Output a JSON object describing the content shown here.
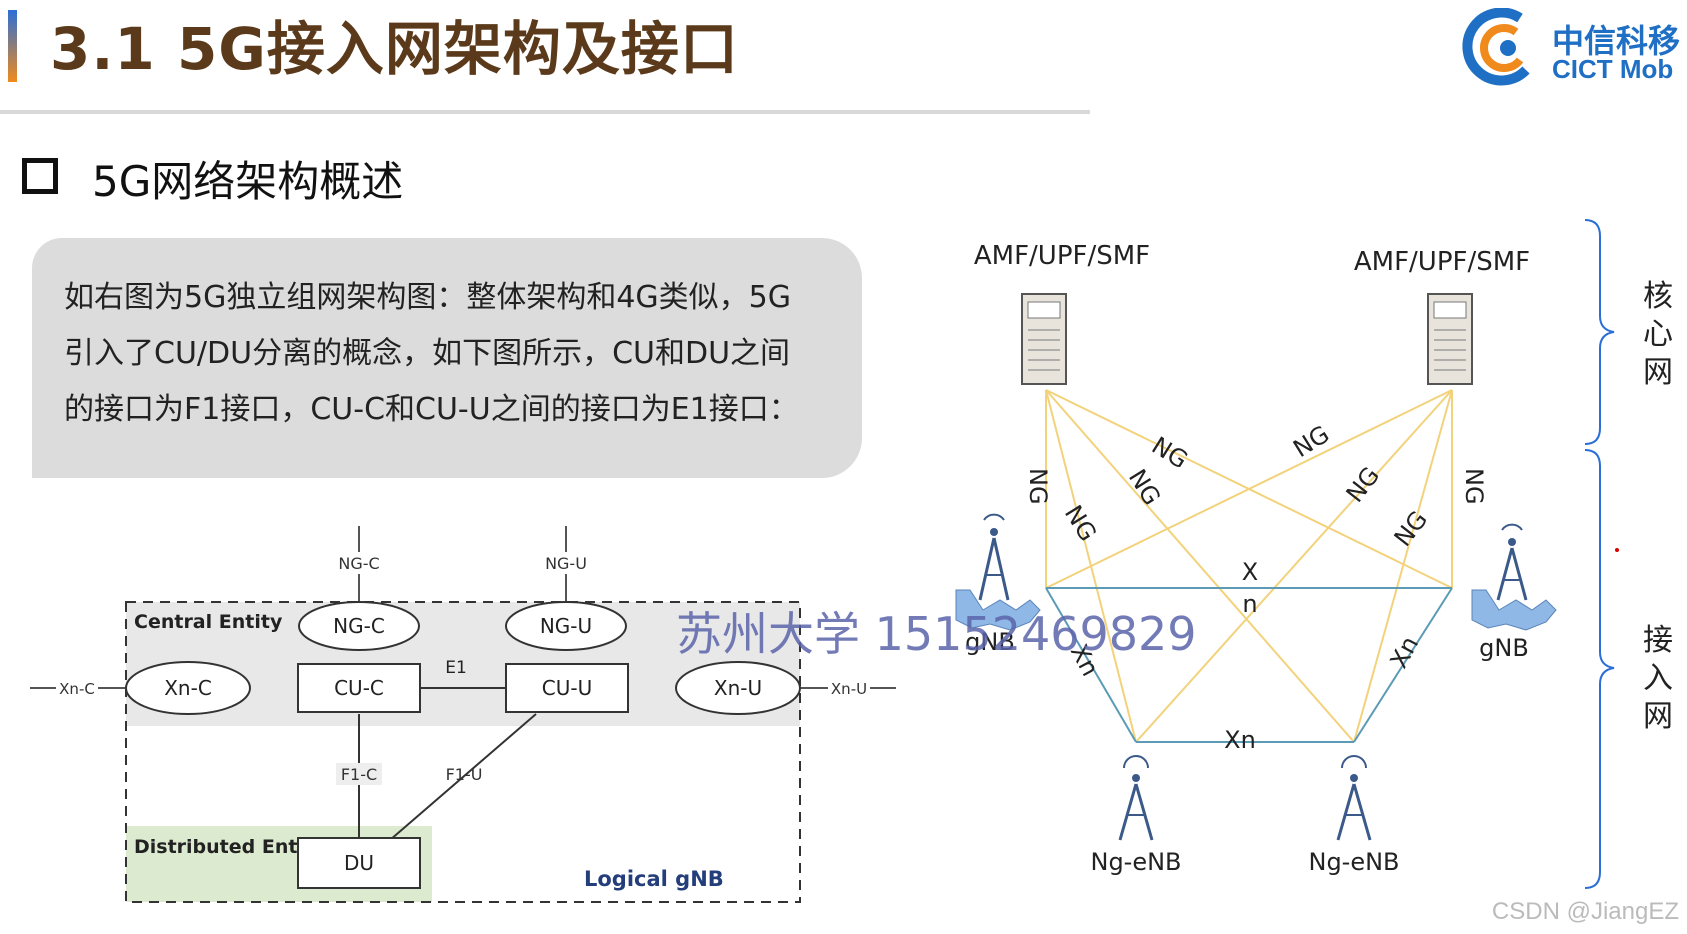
{
  "header": {
    "title": "3.1 5G接入网架构及接口",
    "logo_cn": "中信科移",
    "logo_en": "CICT Mob"
  },
  "section": {
    "title": "5G网络架构概述"
  },
  "note": {
    "lines": [
      "如右图为5G独立组网架构图：整体架构和4G类似，5G",
      "引入了CU/DU分离的概念，如下图所示，CU和DU之间",
      "的接口为F1接口，CU-C和CU-U之间的接口为E1接口："
    ]
  },
  "gnb_diagram": {
    "central_entity": "Central Entity",
    "distributed_entity": "Distributed Entity",
    "logical_gnb": "Logical gNB",
    "ng_c_top": "NG-C",
    "ng_u_top": "NG-U",
    "ng_c": "NG-C",
    "ng_u": "NG-U",
    "xn_c": "Xn-C",
    "xn_u": "Xn-U",
    "xn_c_ext": "Xn-C",
    "xn_u_ext": "Xn-U",
    "cu_c": "CU-C",
    "cu_u": "CU-U",
    "e1": "E1",
    "f1_c": "F1-C",
    "f1_u": "F1-U",
    "du": "DU"
  },
  "network_diagram": {
    "core_left": "AMF/UPF/SMF",
    "core_right": "AMF/UPF/SMF",
    "core_label": [
      "核",
      "心",
      "网"
    ],
    "access_label": [
      "接",
      "入",
      "网"
    ],
    "gnb_left": "gNB",
    "gnb_right": "gNB",
    "ngenb_left": "Ng-eNB",
    "ngenb_right": "Ng-eNB",
    "ng": "NG",
    "xn": "Xn",
    "xn_split_x": "X",
    "xn_split_n": "n"
  },
  "watermark": "苏州大学 15152469829",
  "csdn": "CSDN @JiangEZ",
  "colors": {
    "ng_line": "#f2d27a",
    "xn_line": "#5b9bb5",
    "title": "#5a3a1a",
    "logo": "#1f6fc5"
  }
}
